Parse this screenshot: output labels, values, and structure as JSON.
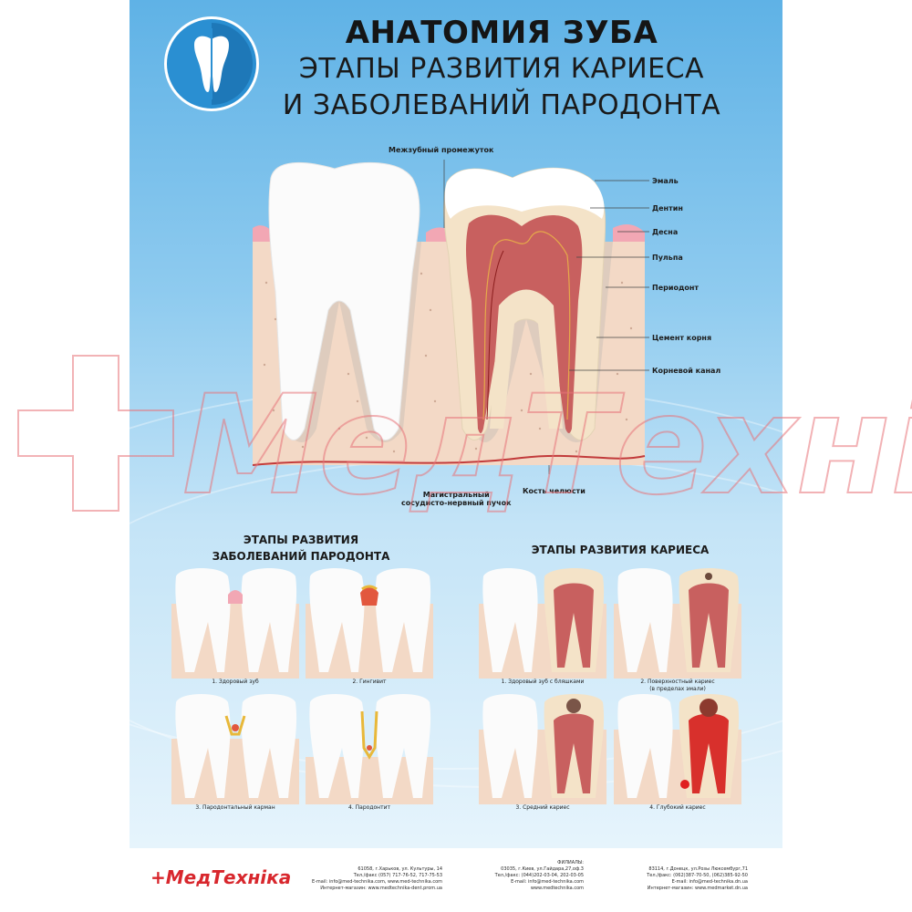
{
  "header": {
    "title": "АНАТОМИЯ ЗУБА",
    "subtitle_line1": "ЭТАПЫ РАЗВИТИЯ КАРИЕСА",
    "subtitle_line2": "И ЗАБОЛЕВАНИЙ ПАРОДОНТА"
  },
  "main_labels": {
    "interdental": "Межзубный промежуток",
    "enamel": "Эмаль",
    "dentin": "Дентин",
    "gum": "Десна",
    "pulp": "Пульпа",
    "periodont": "Периодонт",
    "cement": "Цемент корня",
    "canal": "Корневой канал",
    "bone": "Кость челюсти",
    "bundle_line1": "Магистральный",
    "bundle_line2": "сосудисто-нервный пучок"
  },
  "periodont_section": {
    "title_line1": "ЭТАПЫ РАЗВИТИЯ",
    "title_line2": "ЗАБОЛЕВАНИЙ ПАРОДОНТА",
    "captions": [
      "1. Здоровый зуб",
      "2. Гингивит",
      "3. Пародонтальный карман",
      "4. Пародонтит"
    ]
  },
  "caries_section": {
    "title": "ЭТАПЫ РАЗВИТИЯ КАРИЕСА",
    "captions": [
      "1. Здоровый зуб с бляшками",
      "2. Поверхностный кариес",
      "(в пределах эмали)",
      "3. Средний кариес",
      "4. Глубокий кариес"
    ]
  },
  "watermark_text": "МедТехніка",
  "footer": {
    "logo": "+МедТехніка",
    "col1": [
      "61058, г.Харьков, ул. Культуры, 14",
      "Тел./факс (057) 717-76-52, 717-75-53",
      "E-mail: info@med-technika.com, www.med-technika.com",
      "Интернет-магазин: www.medtechnika-dent.prom.ua"
    ],
    "col2": [
      "ФИЛИАЛЫ:",
      "03035, г.Киев, ул.Гайдара,27,оф.3",
      "Тел./факс: (044)202-03-04, 202-03-05",
      "E-mail: info@med-technika.com",
      "www.medtechnika.com"
    ],
    "col3": [
      "83114, г.Донецк, ул.Розы Люксембург,71",
      "Тел./факс: (062)387-70-50, (062)385-92-50",
      "E-mail: info@med-technika.dn.ua",
      "Интернет-магазин: www.medmarket.dn.ua"
    ]
  },
  "colors": {
    "accent": "#2a8fd2",
    "gum": "#f2a7b4",
    "bone": "#f5dccb",
    "pulp": "#c8605f",
    "watermark": "#d8272d"
  }
}
